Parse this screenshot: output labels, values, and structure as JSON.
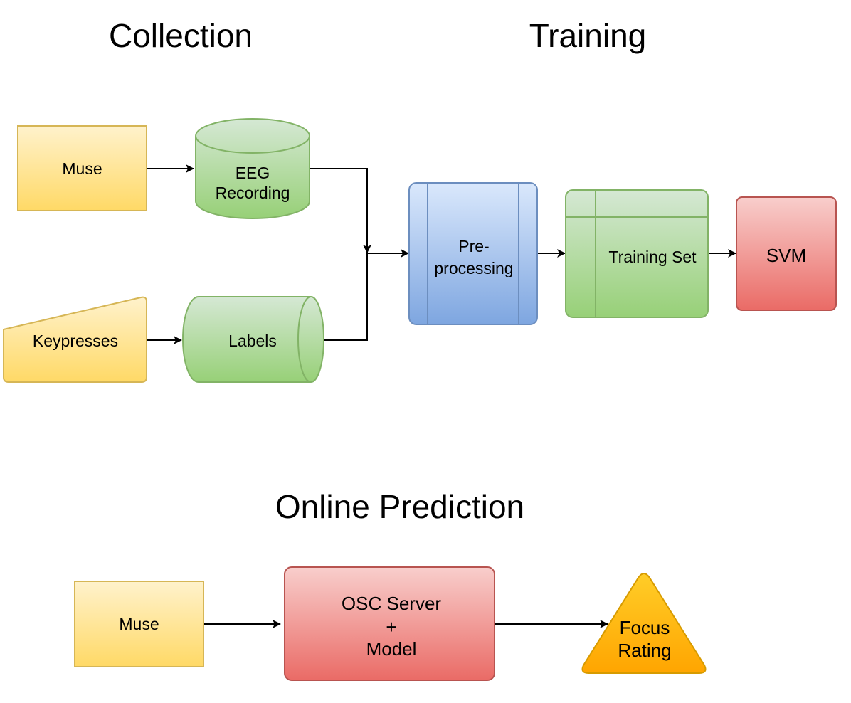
{
  "sections": {
    "collection": "Collection",
    "training": "Training",
    "online_prediction": "Online Prediction"
  },
  "nodes": {
    "muse_top": "Muse",
    "eeg_line1": "EEG",
    "eeg_line2": "Recording",
    "keypresses": "Keypresses",
    "labels": "Labels",
    "pre_line1": "Pre-",
    "pre_line2": "processing",
    "training_set": "Training Set",
    "svm": "SVM",
    "muse_bottom": "Muse",
    "osc_line1": "OSC Server",
    "osc_line2": "+",
    "osc_line3": "Model",
    "focus_line1": "Focus",
    "focus_line2": "Rating"
  },
  "colors": {
    "yellow_top": "#FFF2CC",
    "yellow_bottom": "#FFD966",
    "yellow_stroke": "#D6B656",
    "green_top": "#D5E8D4",
    "green_bottom": "#97D077",
    "green_stroke": "#82B366",
    "blue_top": "#DAE8FC",
    "blue_bottom": "#7EA6E0",
    "blue_stroke": "#6C8EBF",
    "red_top": "#F8CECC",
    "red_bottom": "#EA6B66",
    "red_stroke": "#B85450",
    "orange_top": "#FFCD28",
    "orange_bottom": "#FFA500",
    "orange_stroke": "#D79B00"
  }
}
